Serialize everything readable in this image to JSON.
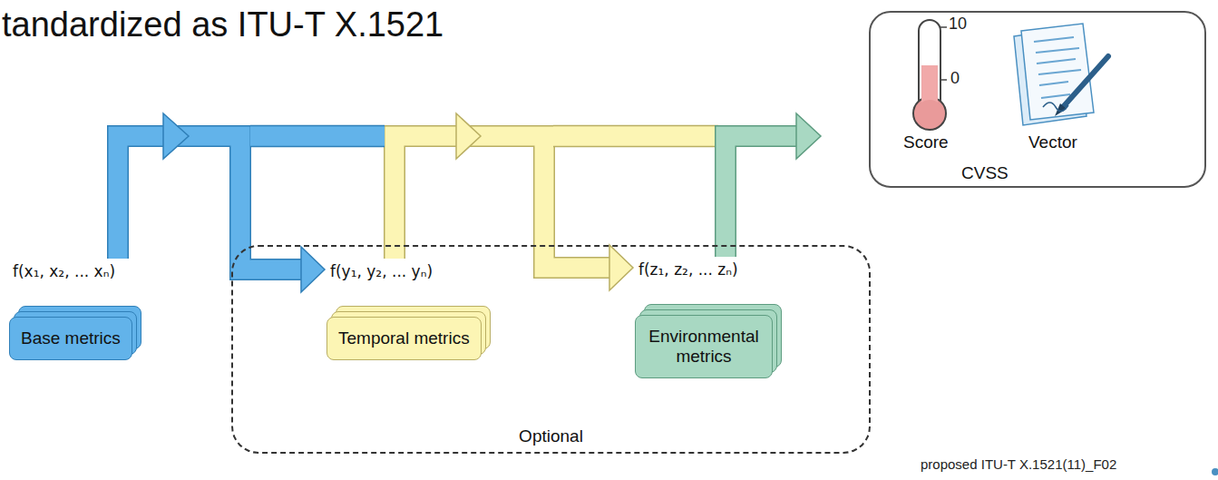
{
  "diagram": {
    "title": "tandardized as ITU-T X.1521",
    "nodes": [
      {
        "text": [
          "f(x₁, x₂, ... xₙ)",
          "Base metrics"
        ]
      },
      {
        "text": [
          "Optional"
        ]
      },
      {
        "text": [
          "f(y₁, y₂, ... yₙ)",
          "Temporal metrics"
        ],
        "in": 1
      },
      {
        "text": [
          "f(z₁, z₂, ... zₙ)",
          "Environmental metrics"
        ],
        "in": 1
      },
      {
        "text": [
          "Score",
          "Vector",
          "CVSS"
        ]
      }
    ],
    "edges": [
      {
        "from": 0,
        "to": 2,
        "arrow": "to"
      },
      {
        "from": 2,
        "to": 3,
        "arrow": "to"
      }
    ],
    "labels": [
      "10",
      "0",
      "proposed ITU-T X.1521(11)_F02"
    ]
  }
}
